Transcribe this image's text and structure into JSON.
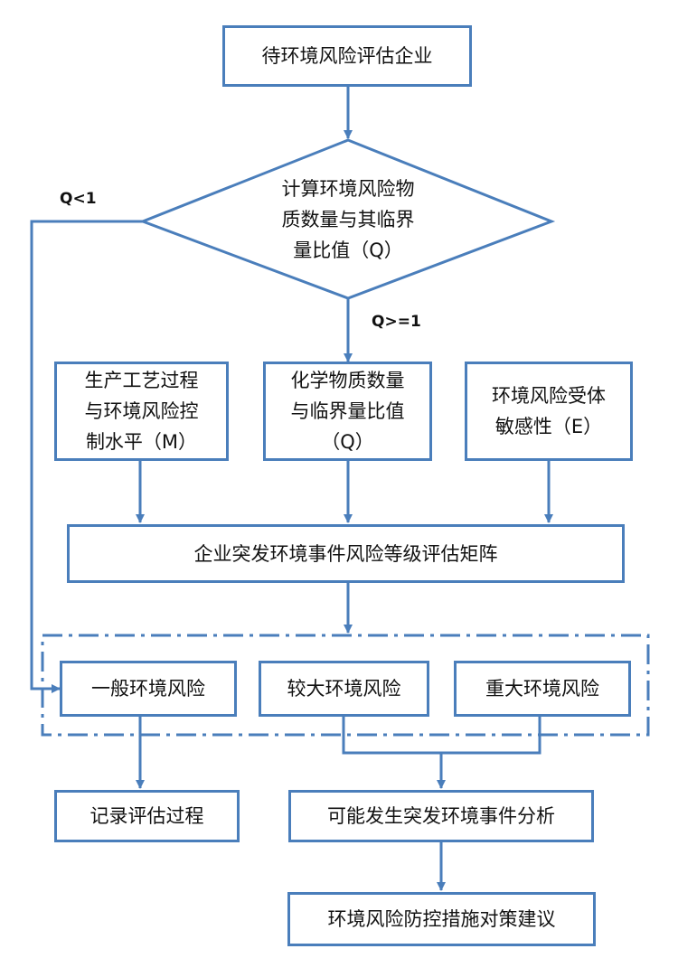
{
  "nodes": {
    "start": "待环境风险评估企业",
    "decision": [
      "计算环境风险物",
      "质数量与其临界",
      "量比值（Q）"
    ],
    "factor_m": [
      "生产工艺过程",
      "与环境风险控",
      "制水平（M）"
    ],
    "factor_q": [
      "化学物质数量",
      "与临界量比值",
      "（Q）"
    ],
    "factor_e": [
      "环境风险受体",
      "敏感性（E）"
    ],
    "matrix": "企业突发环境事件风险等级评估矩阵",
    "level_general": "一般环境风险",
    "level_larger": "较大环境风险",
    "level_major": "重大环境风险",
    "record": "记录评估过程",
    "analysis": "可能发生突发环境事件分析",
    "measures": "环境风险防控措施对策建议"
  },
  "edges": {
    "q_less": "Q<1",
    "q_greater": "Q>=1"
  },
  "colors": {
    "stroke": "#4a7ebb",
    "text": "#111111"
  }
}
